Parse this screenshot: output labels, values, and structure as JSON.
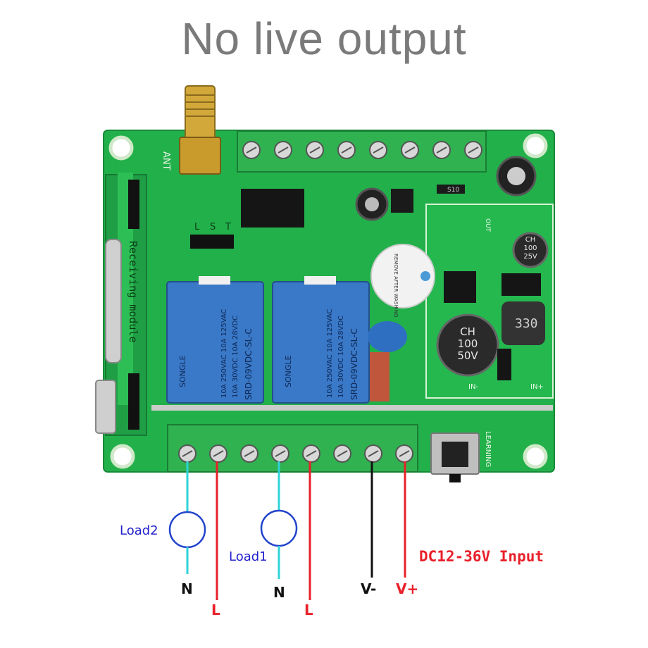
{
  "title": "No live output",
  "board": {
    "ant_label": "ANT",
    "receiving_module_label": "Receiving module",
    "jumper_labels": [
      "L",
      "S",
      "T"
    ],
    "learning_label": "LEARNING",
    "out_label": "OUT",
    "in_minus_label": "IN-",
    "in_plus_label": "IN+",
    "buzzer_text": "REMOVE AFTER WASHING",
    "relays": [
      {
        "brand": "SONGLE",
        "rating1": "10A 250VAC  10A 125VAC",
        "rating2": "10A 30VDC  10A 28VDC",
        "model": "SRD-09VDC-SL-C"
      },
      {
        "brand": "SONGLE",
        "rating1": "10A 250VAC  10A 125VAC",
        "rating2": "10A 30VDC  10A 28VDC",
        "model": "SRD-09VDC-SL-C"
      }
    ],
    "cap_small": {
      "line1": "CH",
      "line2": "100",
      "line3": "25V"
    },
    "cap_big": {
      "line1": "CH",
      "line2": "100",
      "line3": "50V"
    },
    "inductor": "330",
    "diode": "S10"
  },
  "wiring": {
    "load2_label": "Load2",
    "load1_label": "Load1",
    "n_label": "N",
    "l_label": "L",
    "vminus_label": "V-",
    "vplus_label": "V+",
    "input_label": "DC12-36V  Input"
  },
  "colors": {
    "pcb": "#22b04a",
    "pcb_dark": "#178a38",
    "terminal": "#2fb24f",
    "relay": "#3a78c8",
    "live_wire": "#e8202a",
    "neutral_wire": "#2ed3d8",
    "ground_wire": "#111111",
    "load_label": "#2222cc",
    "input_label": "#e8202a"
  }
}
